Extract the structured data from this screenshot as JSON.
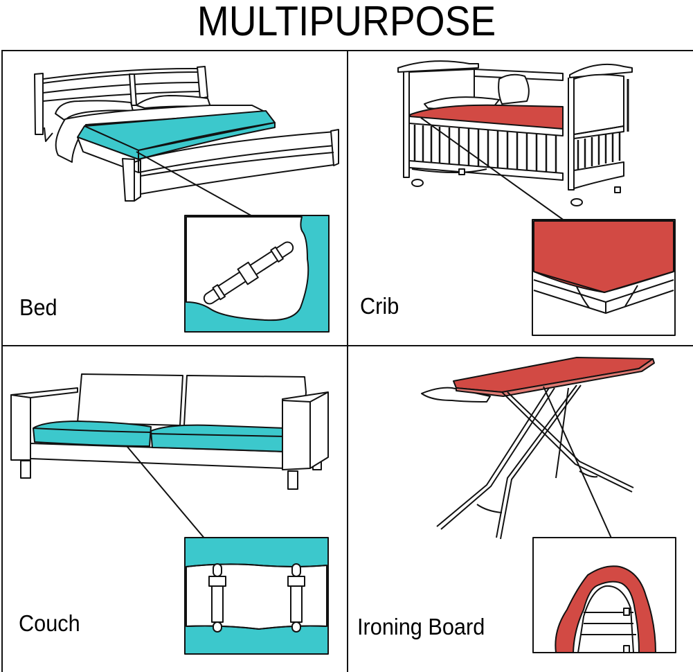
{
  "title": "MULTIPURPOSE",
  "colors": {
    "teal": "#3cc8cc",
    "red": "#d24a44",
    "line": "#111111",
    "background": "#ffffff"
  },
  "panels": [
    {
      "id": "bed",
      "label": "Bed",
      "color": "teal",
      "detail": "diagonal strap clip on sheet corner"
    },
    {
      "id": "crib",
      "label": "Crib",
      "color": "red",
      "detail": "fitted sheet corner on mattress"
    },
    {
      "id": "couch",
      "label": "Couch",
      "color": "teal",
      "detail": "two vertical strap clips between cushions"
    },
    {
      "id": "ironing-board",
      "label": "Ironing Board",
      "color": "red",
      "detail": "cover with strap underneath board tip"
    }
  ]
}
